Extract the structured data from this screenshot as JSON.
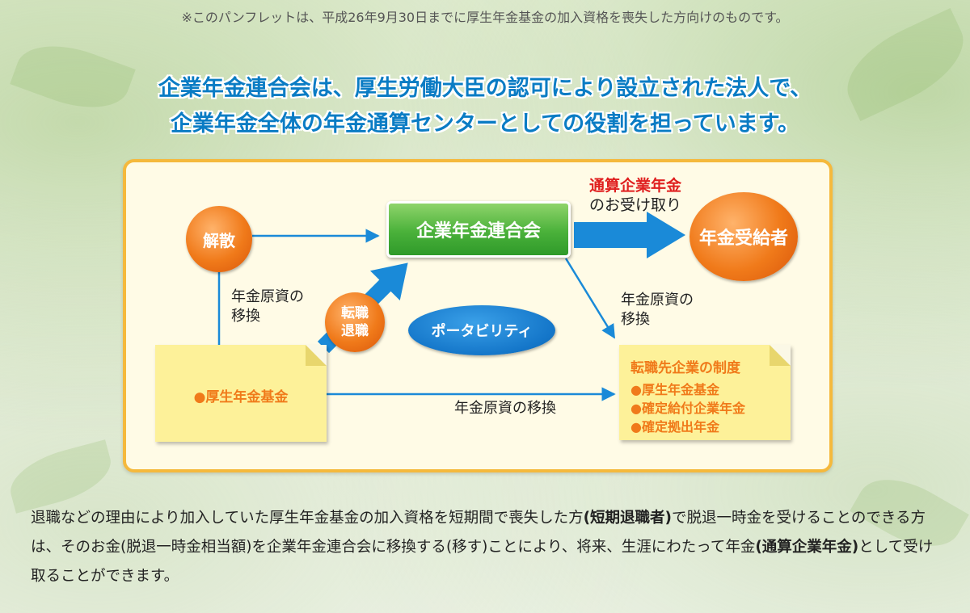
{
  "top_note": "※このパンフレットは、平成26年9月30日までに厚生年金基金の加入資格を喪失した方向けのものです。",
  "headline": {
    "line1": "企業年金連合会は、厚生労働大臣の認可により設立された法人で、",
    "line2": "企業年金全体の年金通算センターとしての役割を担っています。"
  },
  "diagram": {
    "dissolution": "解散",
    "job_change_line1": "転職",
    "job_change_line2": "退職",
    "federation": "企業年金連合会",
    "recipient": "年金受給者",
    "portability": "ポータビリティ",
    "tsusan_title": "通算企業年金",
    "tsusan_sub": "のお受け取り",
    "transfer_left_line1": "年金原資の",
    "transfer_left_line2": "移換",
    "transfer_right_line1": "年金原資の",
    "transfer_right_line2": "移換",
    "transfer_bottom": "年金原資の移換",
    "fund_box": "●厚生年金基金",
    "dest_title": "転職先企業の制度",
    "dest_items": [
      "●厚生年金基金",
      "●確定給付企業年金",
      "●確定拠出年金"
    ]
  },
  "body": {
    "p1": "退職などの理由により加入していた厚生年金基金の加入資格を短期間で喪失した方",
    "p1_bold": "(短期退職者)",
    "p2": "で脱退一時金を受けることのできる方は、そのお金(脱退一時金相当額)を企業年金連合会に移換する(移す)ことにより、将来、生涯にわたって年金",
    "p2_bold": "(通算企業年金)",
    "p3": "として受け取ることができます。"
  },
  "colors": {
    "headline": "#0a7cc4",
    "accent_orange": "#f07a1a",
    "accent_red": "#e02020",
    "panel_border": "#f5b93c",
    "arrow_blue": "#1a8ad8"
  }
}
